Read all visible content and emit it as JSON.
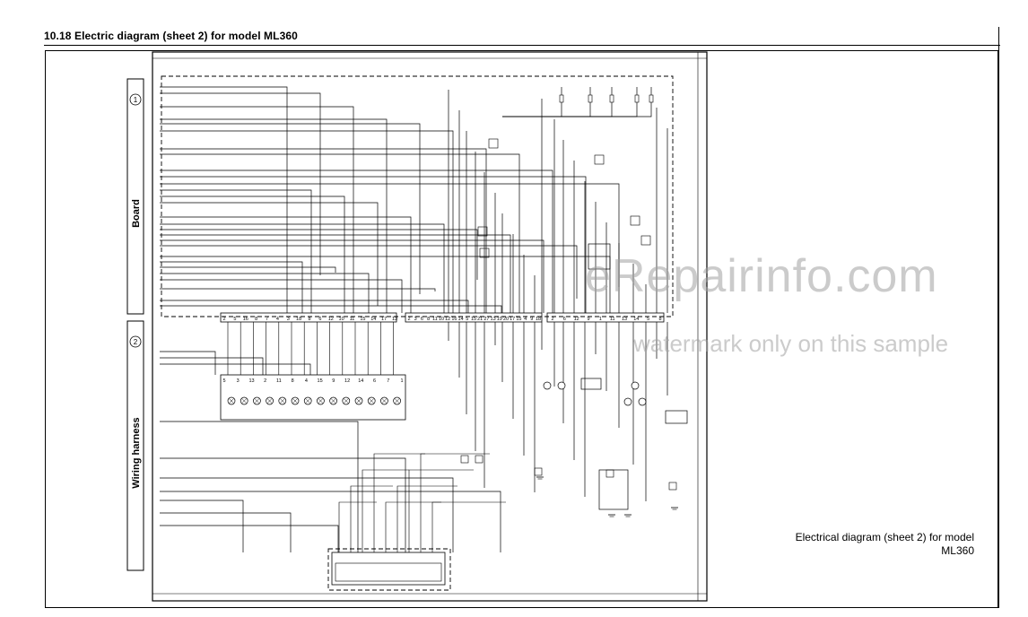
{
  "page": {
    "header": "10.18 Electric diagram (sheet 2) for model ML360",
    "caption_line1": "Electrical diagram (sheet 2) for model",
    "caption_line2": "ML360"
  },
  "diagram": {
    "panel_board": {
      "number": "1",
      "label": "Board"
    },
    "panel_harness": {
      "number": "2",
      "label": "Wiring harness"
    },
    "connector_left_pins": [
      "2",
      "5",
      "16",
      "8",
      "7",
      "4",
      "3",
      "18",
      "8",
      "6",
      "12",
      "10",
      "11",
      "15",
      "14",
      "17",
      "13"
    ],
    "connector_right_pins": [
      "2",
      "3",
      "6",
      "8",
      "11",
      "10",
      "12",
      "16",
      "14",
      "5",
      "15",
      "21",
      "27",
      "13",
      "19",
      "20",
      "17",
      "15",
      "4",
      "9",
      "18"
    ],
    "connector_far_right_pins": [
      "2",
      "6",
      "12",
      "9",
      "1",
      "11",
      "13",
      "14",
      "5",
      "8"
    ],
    "lamp_row_pins": [
      "5",
      "3",
      "13",
      "2",
      "11",
      "8",
      "4",
      "15",
      "9",
      "12",
      "14",
      "6",
      "7",
      "1"
    ]
  },
  "watermark": {
    "main": "eRepairinfo.com",
    "sub": "watermark only on this sample"
  }
}
